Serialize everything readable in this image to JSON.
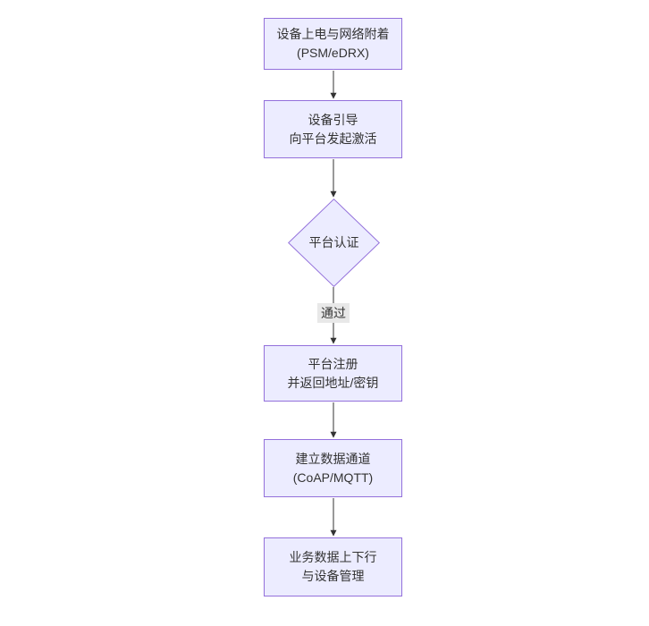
{
  "colors": {
    "background": "#ffffff",
    "node_fill": "#ececff",
    "node_border": "#9370db",
    "text": "#333333",
    "edge": "#333333",
    "edge_label_bg": "#e8e8e8"
  },
  "flowchart": {
    "type": "vertical-flowchart",
    "nodes": [
      {
        "id": "power-attach",
        "shape": "rect",
        "lines": [
          "设备上电与网络附着",
          "(PSM/eDRX)"
        ]
      },
      {
        "id": "bootstrap",
        "shape": "rect",
        "lines": [
          "设备引导",
          "向平台发起激活"
        ]
      },
      {
        "id": "platform-auth",
        "shape": "diamond",
        "lines": [
          "平台认证"
        ]
      },
      {
        "id": "register",
        "shape": "rect",
        "lines": [
          "平台注册",
          "并返回地址/密钥"
        ]
      },
      {
        "id": "data-channel",
        "shape": "rect",
        "lines": [
          "建立数据通道",
          "(CoAP/MQTT)"
        ]
      },
      {
        "id": "business",
        "shape": "rect",
        "lines": [
          "业务数据上下行",
          "与设备管理"
        ]
      }
    ],
    "edge_labels": [
      {
        "text": "通过"
      }
    ]
  }
}
